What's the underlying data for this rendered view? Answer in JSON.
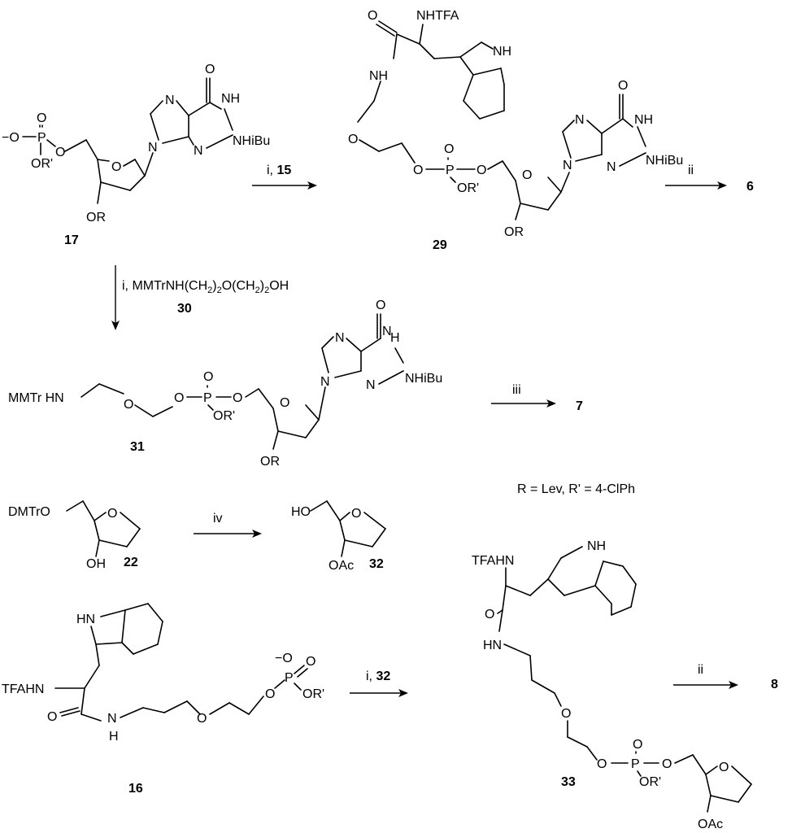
{
  "compounds": {
    "c17": "17",
    "c29": "29",
    "c30": "30",
    "c31": "31",
    "c22": "22",
    "c32": "32",
    "c16": "16",
    "c33": "33",
    "p6": "6",
    "p7": "7",
    "p8": "8"
  },
  "reagents": {
    "r1_prefix": "i, ",
    "r1_bold": "15",
    "r2": "ii",
    "r3": "i, MMTrNH(CH2)2O(CH2)2OH",
    "r4": "iii",
    "r5": "iv",
    "r6_prefix": "i, ",
    "r6_bold": "32",
    "r7": "ii"
  },
  "legend": "R = Lev, R' = 4-ClPh",
  "atoms": {
    "O": "O",
    "N": "N",
    "NH": "NH",
    "HN": "HN",
    "H": "H",
    "P": "P",
    "neg_O": "−O",
    "ORp": "OR'",
    "OR": "OR",
    "OH": "OH",
    "OAc": "OAc",
    "HO": "HO",
    "NHiBu": "NHiBu",
    "NHTFA": "NHTFA",
    "TFAHN": "TFAHN",
    "MMTr_HN": "MMTr HN",
    "DMTrO": "DMTrO"
  }
}
